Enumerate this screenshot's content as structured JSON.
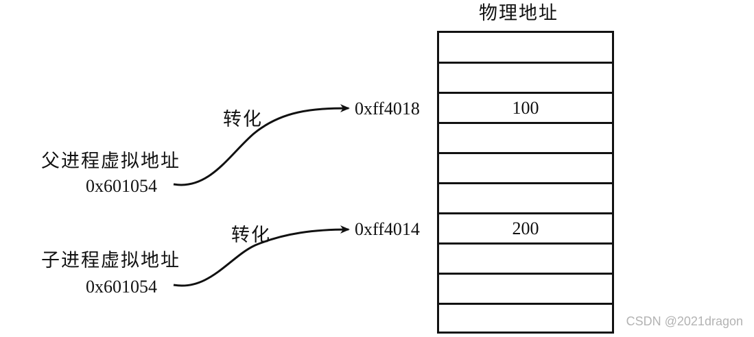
{
  "physical_title": "物理地址",
  "parent": {
    "label": "父进程虚拟地址",
    "address": "0x601054"
  },
  "child": {
    "label": "子进程虚拟地址",
    "address": "0x601054"
  },
  "arrow_label_top": "转化",
  "arrow_label_bottom": "转化",
  "target_top": "0xff4018",
  "target_bottom": "0xff4014",
  "memory_rows": [
    "",
    "",
    "100",
    "",
    "",
    "",
    "200",
    "",
    "",
    ""
  ],
  "watermark": "CSDN @2021dragon"
}
